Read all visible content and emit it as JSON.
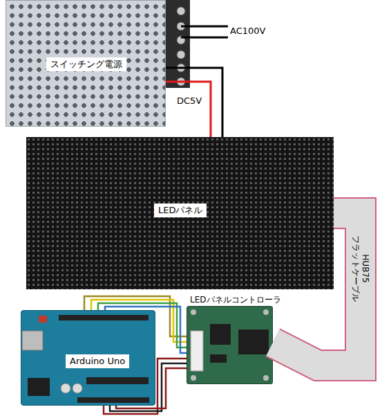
{
  "diagram": {
    "nodes": [
      {
        "text": [
          "スイッチング電源"
        ]
      },
      {
        "text": [
          "LEDパネル"
        ]
      },
      {
        "text": [
          "Arduino Uno"
        ]
      },
      {
        "text": [
          "LEDパネルコントローラ"
        ]
      }
    ],
    "edges": [
      {
        "from": 0,
        "to": 1,
        "label": "DC5V",
        "arrow": "none"
      },
      {
        "from": 1,
        "to": 3,
        "label": "HUB75 フラットケーブル",
        "arrow": "none"
      },
      {
        "from": 2,
        "to": 3,
        "arrow": "none"
      }
    ],
    "labels": [
      "AC100V"
    ]
  }
}
